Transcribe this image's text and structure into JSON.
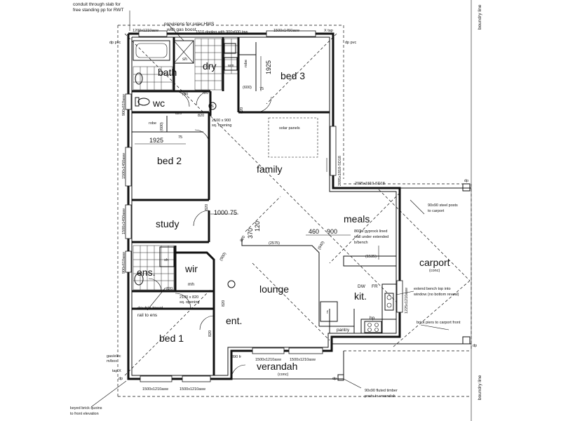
{
  "rooms": {
    "bath": "bath",
    "dry": "dry",
    "bed3": "bed 3",
    "wc": "wc",
    "bed2": "bed 2",
    "family": "family",
    "meals": "meals",
    "study": "study",
    "ens": "ens.",
    "wir": "wir",
    "lounge": "lounge",
    "kit": "kit.",
    "carport": "carport",
    "carport_sub": "(conc)",
    "ent": "ent.",
    "bed1": "bed 1",
    "verandah": "verandah",
    "verandah_sub": "(conc)",
    "pantry": "pantry"
  },
  "fixtures": {
    "sh": "sh",
    "wm": "wm",
    "robe_top": "robe",
    "robe_bed2": "robe",
    "mh": "mh",
    "f": "f",
    "hp": "hp",
    "dw": "DW",
    "fr": "FR",
    "s": "S",
    "sh_ens": "sh"
  },
  "dimensions": {
    "d1925_top": "1925",
    "d1925_bed2": "1925",
    "d75_top": "75",
    "d75_bed2": "75",
    "d720_a": "720",
    "d720_b": "720",
    "d820_wc": "820",
    "d820_hall": "820",
    "d820_bed3": "820",
    "d820_study": "820",
    "d820_ens": "820",
    "d820_lounge": "820",
    "d820_bed1": "820",
    "d600_top": "(600)",
    "d600_bed2": "(600)",
    "d1000": "1000",
    "d75_hall": "75",
    "d370": "370",
    "d120": "120",
    "d460": "460",
    "d900": "900",
    "d2575": "(2575)",
    "d1535": "(1535)",
    "d840": "(840)",
    "d890fr": "890 fr",
    "d820_mid": "820",
    "d900_wir": "(900)"
  },
  "annotations": {
    "conduit": "conduit through slab for",
    "conduit2": "free standing pp for RWT",
    "solar_hws": "provisions for solar HWS",
    "gas_boost": "with gas boost",
    "w_top_left": "1200x1210asw",
    "dogleg": "1510 dogleg with 900x600 taw",
    "w_top_right": "1500x1450asw",
    "tap_top": "X tap",
    "dp_pvc_left": "dp pvc",
    "dp_pvc_right": "dp pvc",
    "boundry_top": "boundry line",
    "boundry_bottom": "boundry line",
    "w_left1": "900x610asw",
    "w_left2": "1500x1450asw",
    "w_left3": "1500x1450asw",
    "w_left4": "900x610asw",
    "opening_hall": "2100 x 900",
    "opening_hall2": "sq. opening",
    "solar_panels": "solar panels",
    "sd_right": "2095x1810-SD18",
    "sd_carport": "2095x1810-SD18",
    "dp_carport": "dp",
    "steel_posts": "90x90 steel posts",
    "steel_posts2": "to carport",
    "gyprock": "860hi gyprock lined",
    "gyprock2": "wall under extended",
    "gyprock3": "b/bench",
    "extend_bench": "extend bench top into",
    "extend_bench2": "window (no bottom reveal)",
    "w_kit": "1225x1210asw",
    "brick_piers": "brick piers to carport front",
    "opening_wir": "2100 x 820",
    "opening_wir2": "sq. opening",
    "towel_rail": "double towel",
    "towel_rail2": "rail to ens",
    "gas_elec": "gas/elec",
    "meters": "m/box",
    "tap_bottom": "tap X",
    "dp_bottom_left": "dp",
    "dp_bottom_right": "dp",
    "dp_carport_bottom": "dp",
    "w_verandah1": "1500x1210asw",
    "w_verandah2": "1500x1210asw",
    "w_bed1": "1500x1210asw",
    "w_bed1b": "1500x1210asw",
    "timber_posts": "90x90 fluted timber",
    "timber_posts2": "posts to verandah",
    "quoins": "keyed brick quoins",
    "quoins2": "to front elevation"
  }
}
